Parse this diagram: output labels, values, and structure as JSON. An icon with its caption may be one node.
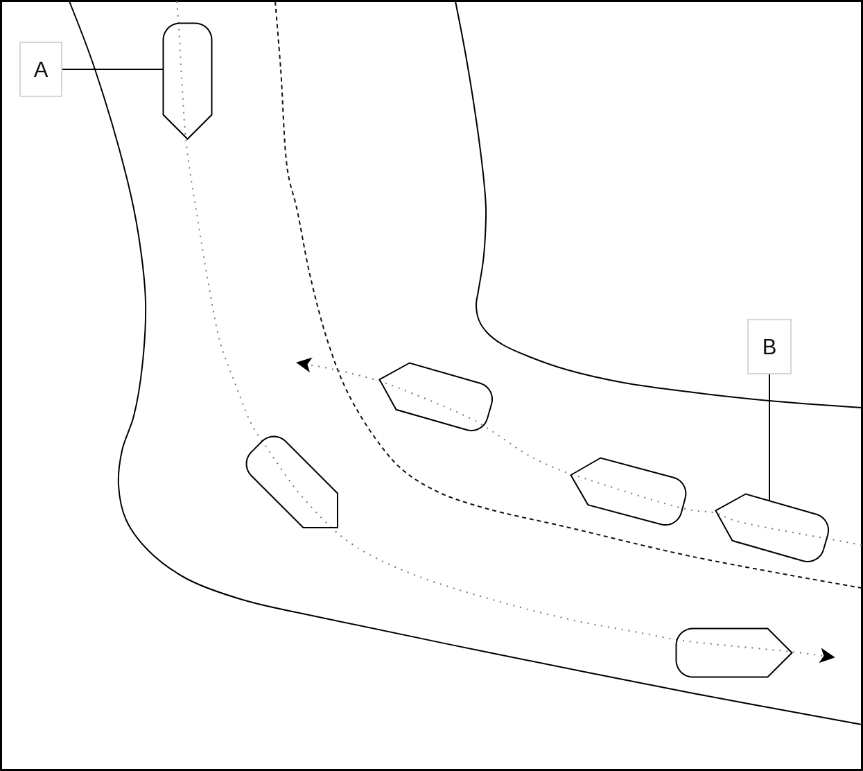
{
  "diagram": {
    "nodes": [
      {
        "text": [
          "A"
        ]
      },
      {
        "text": [],
        "shape": "ship"
      },
      {
        "text": [
          "B"
        ]
      },
      {
        "text": [],
        "shape": "ship"
      },
      {
        "text": [],
        "shape": "ship"
      },
      {
        "text": [],
        "shape": "ship"
      },
      {
        "text": [],
        "shape": "ship"
      },
      {
        "text": [],
        "shape": "ship"
      }
    ],
    "edges": [
      {
        "from": 0,
        "to": 1,
        "arrow": "none"
      },
      {
        "from": 2,
        "to": 6,
        "arrow": "none"
      }
    ]
  }
}
